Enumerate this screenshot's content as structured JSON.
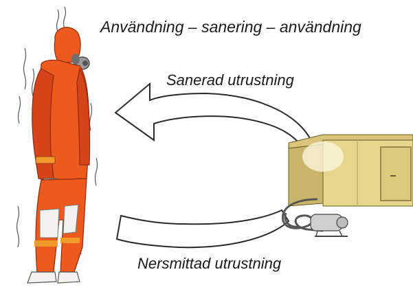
{
  "title": "Användning – sanering – användning",
  "labels": {
    "sanerad": "Sanerad utrustning",
    "nersmittad": "Nersmittad utrustning"
  },
  "colors": {
    "suit_orange": "#ec5a1e",
    "suit_dark": "#c8391a",
    "reflective_band": "#f29a2a",
    "container_yellow": "#e6d58a",
    "container_dark": "#c9b56a",
    "arrow_stroke": "#2a2a2a"
  }
}
